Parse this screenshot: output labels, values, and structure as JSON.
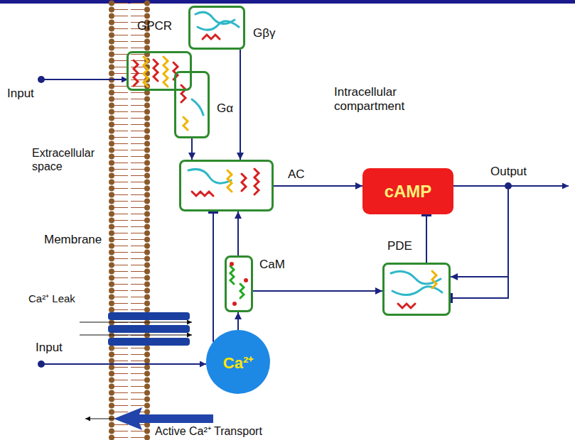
{
  "diagram": {
    "nodes": [
      {
        "text": [
          "GPCR"
        ]
      },
      {
        "text": [
          "Gβγ"
        ]
      },
      {
        "text": [
          "Gα"
        ]
      },
      {
        "text": [
          "AC"
        ]
      },
      {
        "text": [
          "cAMP"
        ]
      },
      {
        "text": [
          "CaM"
        ]
      },
      {
        "text": [
          "PDE"
        ]
      },
      {
        "text": [
          "Ca²⁺"
        ]
      }
    ],
    "edges": [
      {
        "from": 2,
        "to": 3,
        "arrow": "to"
      },
      {
        "from": 1,
        "to": 3,
        "arrow": "to"
      },
      {
        "from": 3,
        "to": 4,
        "arrow": "to"
      },
      {
        "from": 7,
        "to": 3,
        "arrow": "to"
      },
      {
        "from": 7,
        "to": 5,
        "arrow": "to"
      },
      {
        "from": 5,
        "to": 3,
        "arrow": "to"
      },
      {
        "from": 5,
        "to": 6,
        "arrow": "to"
      },
      {
        "from": 6,
        "to": 4,
        "arrow": "to"
      },
      {
        "from": 4,
        "to": 6,
        "arrow": "to"
      },
      {
        "from": 4,
        "to": 6,
        "arrow": "to"
      }
    ],
    "labels": [
      "Input",
      "Extracellular space",
      "Membrane",
      "Ca²⁺ Leak",
      "Input",
      "Active Ca²⁺ Transport",
      "Intracellular compartment",
      "Output"
    ]
  }
}
